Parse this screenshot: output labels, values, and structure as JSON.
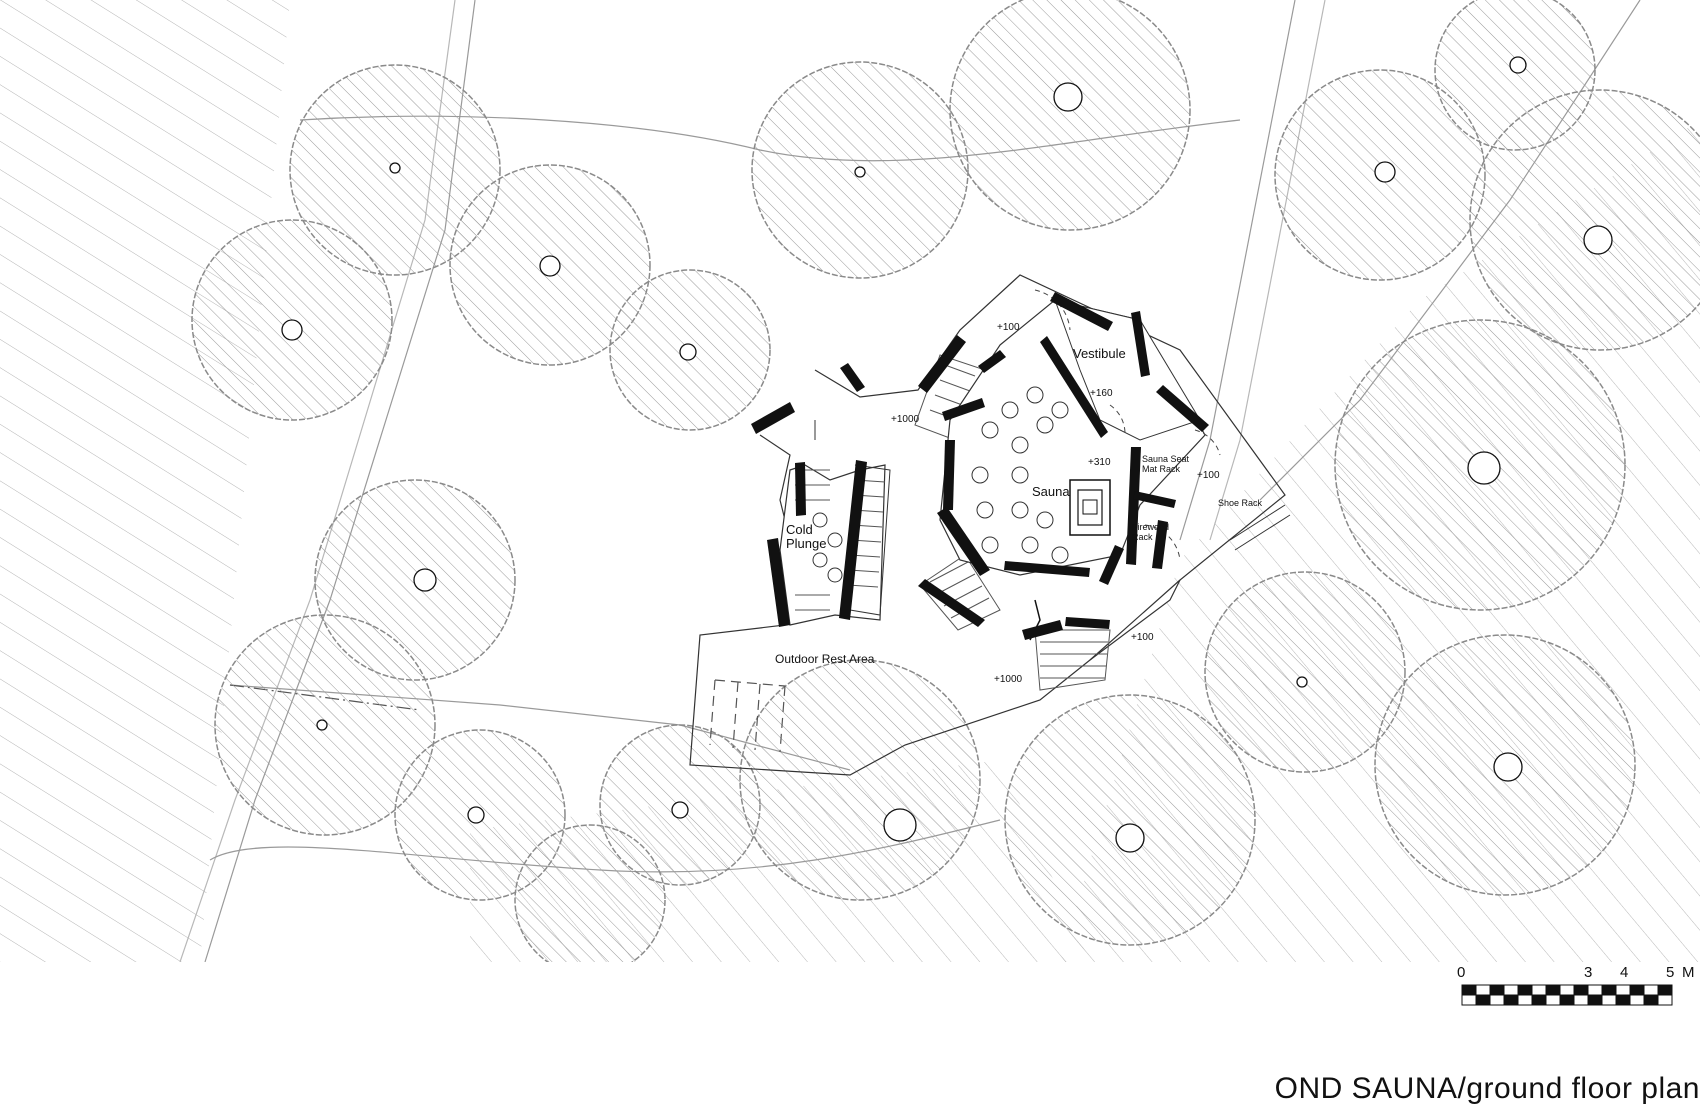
{
  "title": "OND SAUNA/ground floor plan",
  "rooms": {
    "vestibule": "Vestibule",
    "sauna": "Sauna",
    "cold_plunge_1": "Cold",
    "cold_plunge_2": "Plunge",
    "outdoor_rest_area": "Outdoor Rest Area",
    "sauna_seat_mat_rack_1": "Sauna Seat",
    "sauna_seat_mat_rack_2": "Mat Rack",
    "shoe_rack": "Shoe Rack",
    "firewood_rack_1": "Firewood",
    "firewood_rack_2": "Rack"
  },
  "levels": {
    "vestibule_entry": "+100",
    "vestibule_floor": "+160",
    "deck_north": "+1000",
    "sauna_floor": "+310",
    "shoe_rack_entry": "+100",
    "south_entry": "+100",
    "deck_south": "+1000"
  },
  "scale_bar": {
    "labels": [
      "0",
      "3",
      "4",
      "5"
    ],
    "unit": "M"
  }
}
